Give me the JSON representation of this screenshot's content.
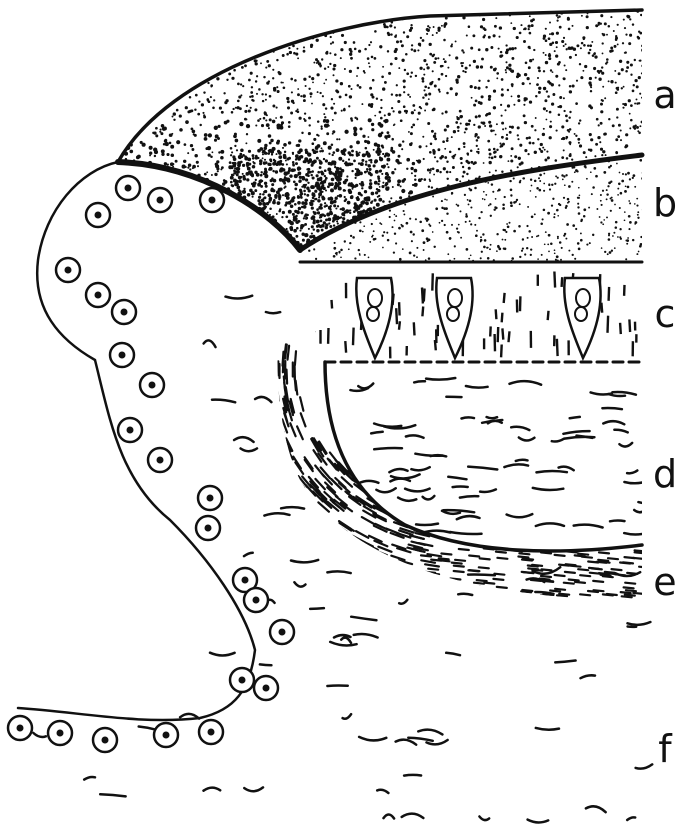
{
  "labels": {
    "a": "a",
    "b": "b",
    "c": "c",
    "d": "d",
    "e": "e",
    "f": "f"
  },
  "colors": {
    "ink": "#111111",
    "paper": "#ffffff"
  }
}
